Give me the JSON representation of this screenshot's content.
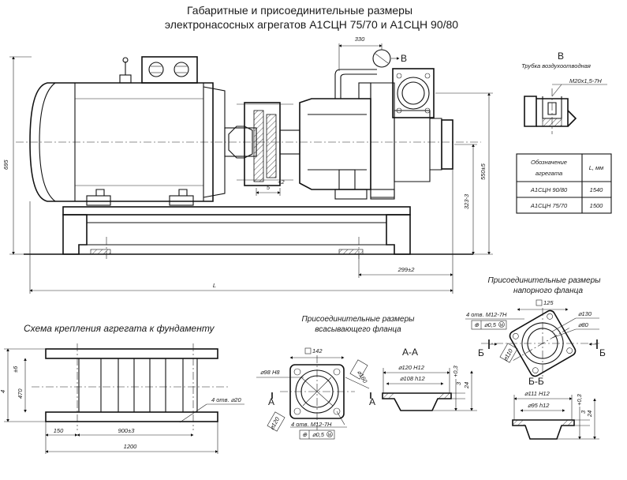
{
  "title": {
    "line1": "Габаритные и присоединительные размеры",
    "line2": "электронасосных агрегатов А1СЦН 75/70 и А1СЦН 90/80"
  },
  "main_view": {
    "dims": {
      "d330": "330",
      "d695": "695",
      "d550": "550±5",
      "d323": "323-3",
      "d5": "5",
      "d5sup": "+2",
      "d299": "299±2",
      "dL": "L"
    },
    "view_label": "B"
  },
  "view_b": {
    "label": "В",
    "caption": "Трубка воздухоотводная",
    "thread": "М20х1,5-7Н"
  },
  "table": {
    "header_col1": [
      "Обозначение",
      "агрегата"
    ],
    "header_col2": "L, мм",
    "rows": [
      {
        "name": "А1СЦН 90/80",
        "L": "1540"
      },
      {
        "name": "А1СЦН 75/70",
        "L": "1500"
      }
    ]
  },
  "foundation": {
    "caption": "Схема крепления агрегата к фундаменту",
    "dims": {
      "d470": "470",
      "d470sup": "±6",
      "d4": "4",
      "holes": "4 отв. ⌀20",
      "d150": "150",
      "d900": "900±3",
      "d1200": "1200"
    }
  },
  "suction_flange": {
    "caption_line1": "Присоединительные размеры",
    "caption_line2": "всасывающего фланца",
    "d142": "142",
    "d98": "⌀98 Н8",
    "d160": "⌀160",
    "d120": "⌀120",
    "holes": "4 отв. М12-7Н",
    "tol": "⌀0,5",
    "tol_m": "M",
    "arrow_a_left": "А",
    "arrow_a_right": "А"
  },
  "section_aa": {
    "label": "А-А",
    "d120h12": "⌀120 Н12",
    "d108h12": "⌀108 h12",
    "d3": "3",
    "d3sup": "+0,3",
    "d24": "24"
  },
  "discharge_flange": {
    "caption_line1": "Присоединительные размеры",
    "caption_line2": "напорного фланца",
    "d125": "125",
    "holes": "4 отв. М12-7Н",
    "tol": "⌀0,5",
    "tol_m": "M",
    "d130": "⌀130",
    "d80": "⌀80",
    "d110": "⌀110",
    "arrow_b_left": "Б",
    "arrow_b_right": "Б"
  },
  "section_bb": {
    "label": "Б-Б",
    "d111h12": "⌀111 Н12",
    "d95h12": "⌀95 h12",
    "d3": "3",
    "d3sup": "+0,3",
    "d24": "24"
  }
}
